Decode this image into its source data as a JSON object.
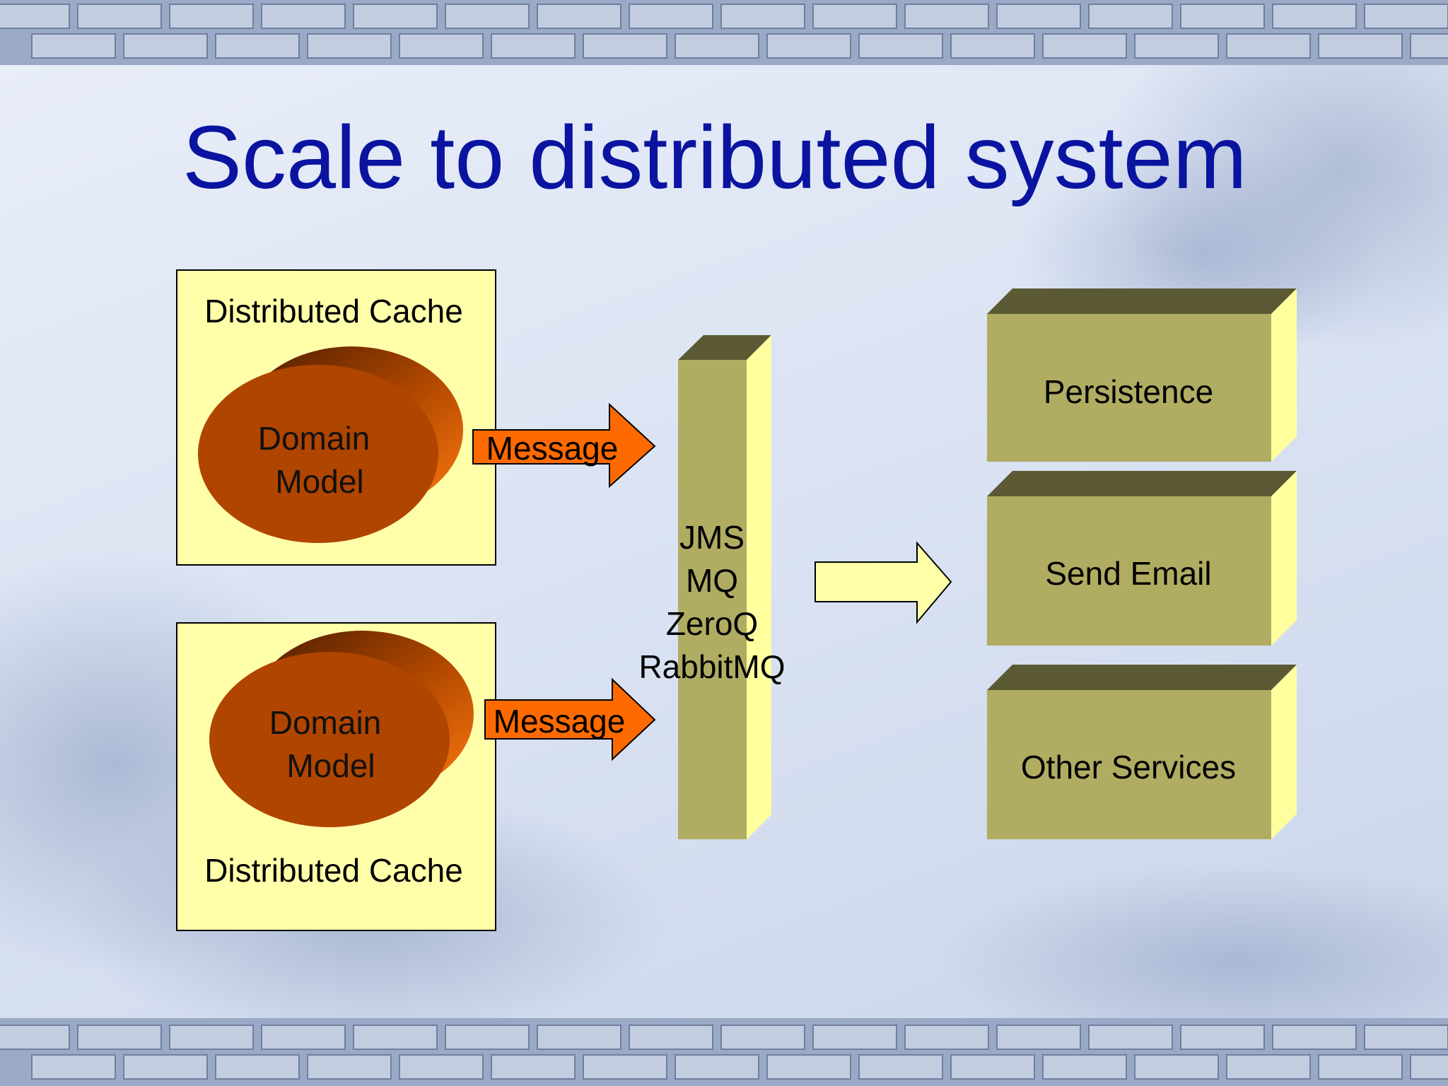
{
  "slide": {
    "title": "Scale to distributed system"
  },
  "left_nodes": [
    {
      "container_label": "Distributed Cache",
      "model_label_line1": "Domain",
      "model_label_line2": "Model",
      "arrow_label": "Message"
    },
    {
      "container_label": "Distributed Cache",
      "model_label_line1": "Domain",
      "model_label_line2": "Model",
      "arrow_label": "Message"
    }
  ],
  "queue": {
    "lines": [
      "JMS",
      "MQ",
      "ZeroQ",
      "RabbitMQ"
    ]
  },
  "services": [
    {
      "label": "Persistence"
    },
    {
      "label": "Send Email"
    },
    {
      "label": "Other Services"
    }
  ],
  "colors": {
    "title": "#0a14a0",
    "cache_fill": "#ffffaa",
    "model_fill": "#b04500",
    "model_side": "#e86400",
    "message_arrow": "#ff6a00",
    "queue_front": "#b0ac62",
    "queue_top": "#5c5a34",
    "queue_side": "#ffff9e",
    "service_arrow": "#ffffaa"
  }
}
